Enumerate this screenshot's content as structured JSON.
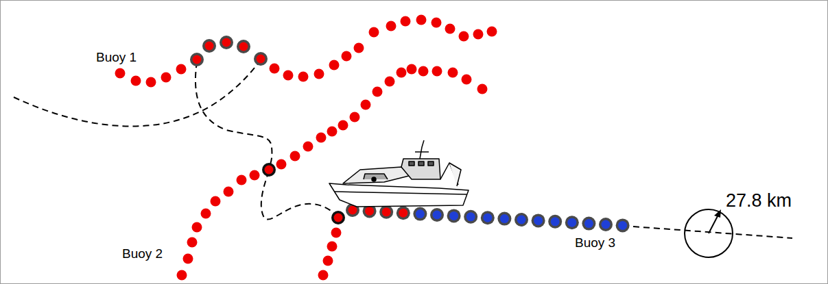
{
  "diagram": {
    "labels": [
      "Buoy 1",
      "Buoy 2",
      "Buoy 3",
      "27.8 km"
    ]
  }
}
